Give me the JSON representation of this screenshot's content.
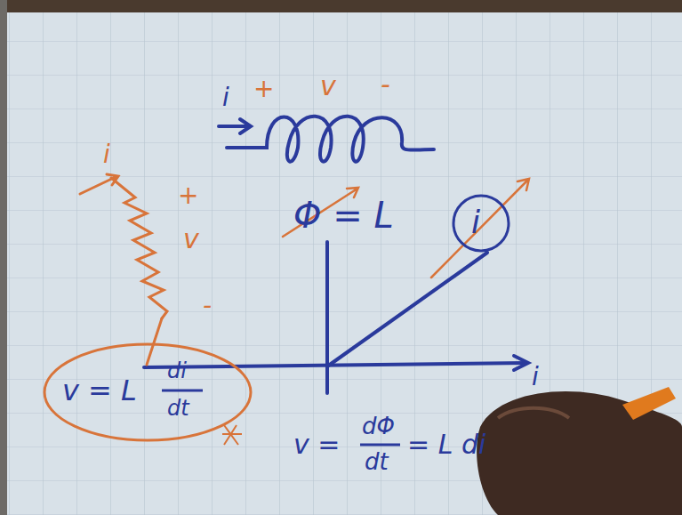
{
  "diagram": {
    "nodes": [
      {
        "text": [
          "v = L",
          "di",
          "dt"
        ]
      },
      {
        "text": [
          "i"
        ]
      }
    ],
    "labels": [
      "i",
      "+",
      "v",
      "-",
      "Φ = L",
      "i",
      "i",
      "+",
      "v",
      "-",
      "v =",
      "dΦ",
      "dt",
      "= L di"
    ]
  }
}
